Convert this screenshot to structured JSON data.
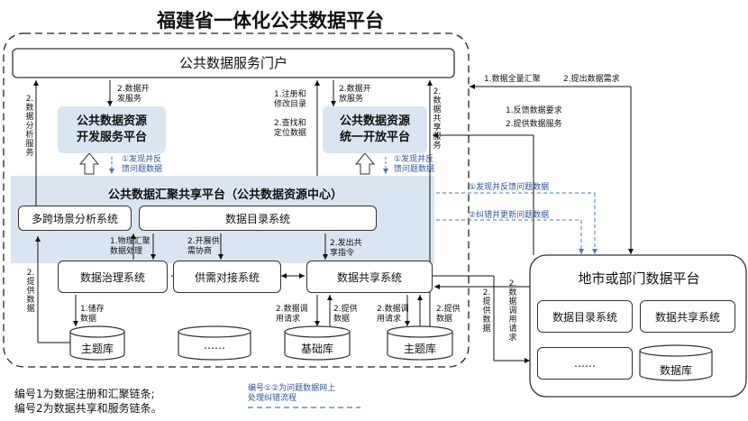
{
  "title": "福建省一体化公共数据平台",
  "portal": "公共数据服务门户",
  "dev_platform": "公共数据资源\n开发服务平台",
  "open_platform": "公共数据资源\n统一开放平台",
  "hub_title": "公共数据汇聚共享平台（公共数据资源中心）",
  "multi_scene": "多跨场景分析系统",
  "catalog_system": "数据目录系统",
  "governance_system": "数据治理系统",
  "supply_system": "供需对接系统",
  "sharing_system": "数据共享系统",
  "db_theme1": "主题库",
  "db_ellipsis": "……",
  "db_base": "基础库",
  "db_theme2": "主题库",
  "local_platform": {
    "title": "地市或部门数据平台",
    "catalog": "数据目录系统",
    "sharing": "数据共享系统",
    "ellipsis": "……",
    "db": "数据库"
  },
  "labels": {
    "l_dev_open": "2.数据开\n发服务",
    "l_register": "1.注册和\n修改目录",
    "l_find": "2.查找和\n定位数据",
    "l_open_service": "2.数据开\n放服务",
    "l_feedback1": "①发现并反\n馈问题数据",
    "l_feedback2": "①发现并反\n馈问题数据",
    "l_feedback3": "①发现并反馈问题数据",
    "l_correct": "②纠错并更新问题数据",
    "l_physical": "1.物理汇聚\n数据处理",
    "l_supply": "2.开展供\n需协商",
    "l_issue": "2.发出共\n享指令",
    "l_store": "1.储存\n数据",
    "l_call1": "2.数据调\n用请求",
    "l_give1": "2.提供\n数据",
    "l_call2": "2.数据调\n用请求",
    "l_give2": "2.提供\n数据",
    "l_full": "1.数据全量汇聚",
    "l_demand": "2.提出数据需求",
    "l_fb_req": "1.反馈数据要求",
    "l_provide_service": "2.提供数据服务",
    "v_analysis": "2.数据分析服务",
    "v_provide_left": "2.提供数据",
    "v_share_service": "2.数据共享服务",
    "v_provide_right": "2.提供数据",
    "v_call_right": "2.数据调用请求"
  },
  "notes": {
    "note1": "编号1为数据注册和汇聚链条;",
    "note2": "编号2为数据共享和服务链条。",
    "note3": "编号①②为问题数据网上\n处理纠错流程"
  }
}
